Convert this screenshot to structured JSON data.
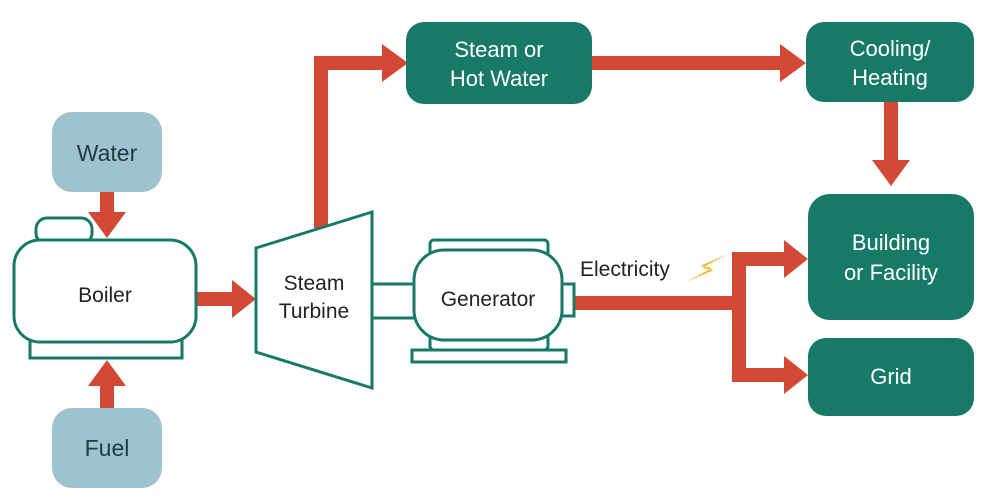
{
  "colors": {
    "arrow": "#d24a36",
    "green_box": "#177a66",
    "green_text": "#ffffff",
    "blue_box": "#9fc2cf",
    "blue_text": "#1f3b45",
    "outline": "#177a66",
    "label_text": "#222222",
    "bolt": "#f2b634"
  },
  "nodes": {
    "water": "Water",
    "fuel": "Fuel",
    "boiler": "Boiler",
    "turbine": [
      "Steam",
      "Turbine"
    ],
    "generator": "Generator",
    "steam_hot_water": [
      "Steam or",
      "Hot Water"
    ],
    "cooling_heating": [
      "Cooling/",
      "Heating"
    ],
    "building": [
      "Building",
      "or Facility"
    ],
    "grid": "Grid"
  },
  "labels": {
    "electricity": "Electricity"
  },
  "icons": {
    "electricity_bolt": "lightning-bolt-icon"
  }
}
